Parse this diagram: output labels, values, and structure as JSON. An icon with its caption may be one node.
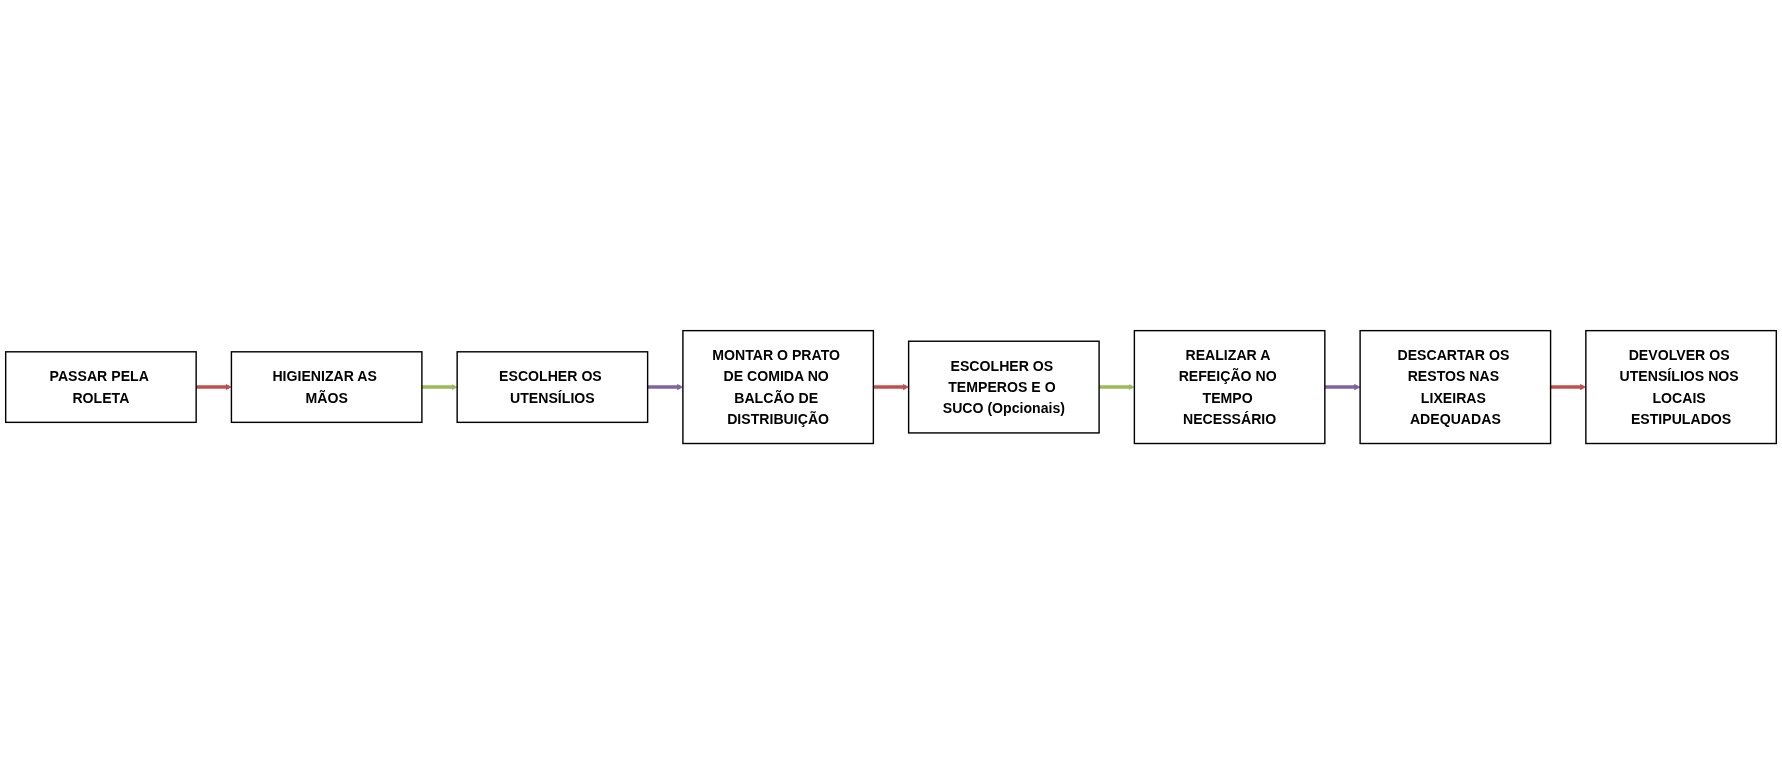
{
  "diagram": {
    "nodes": [
      {
        "text": [
          "PASSAR PELA ROLETA"
        ]
      },
      {
        "text": [
          "HIGIENIZAR AS MÃOS"
        ]
      },
      {
        "text": [
          "ESCOLHER OS UTENSÍLIOS"
        ]
      },
      {
        "text": [
          "MONTAR O PRATO DE COMIDA NO BALCÃO DE DISTRIBUIÇÃO"
        ]
      },
      {
        "text": [
          "ESCOLHER OS TEMPEROS E O SUCO (Opcionais)"
        ]
      },
      {
        "text": [
          "REALIZAR A REFEIÇÃO NO TEMPO NECESSÁRIO"
        ]
      },
      {
        "text": [
          "DESCARTAR OS RESTOS NAS LIXEIRAS ADEQUADAS"
        ]
      },
      {
        "text": [
          "DEVOLVER OS UTENSÍLIOS NOS LOCAIS ESTIPULADOS"
        ]
      }
    ],
    "edges": [
      {
        "from": 0,
        "to": 1,
        "arrow": "to",
        "color": "#c0504d"
      },
      {
        "from": 1,
        "to": 2,
        "arrow": "to",
        "color": "#9bbb59"
      },
      {
        "from": 2,
        "to": 3,
        "arrow": "to",
        "color": "#8064a2"
      },
      {
        "from": 3,
        "to": 4,
        "arrow": "to",
        "color": "#c0504d"
      },
      {
        "from": 4,
        "to": 5,
        "arrow": "to",
        "color": "#9bbb59"
      },
      {
        "from": 5,
        "to": 6,
        "arrow": "to",
        "color": "#8064a2"
      },
      {
        "from": 6,
        "to": 7,
        "arrow": "to",
        "color": "#c0504d"
      }
    ]
  }
}
